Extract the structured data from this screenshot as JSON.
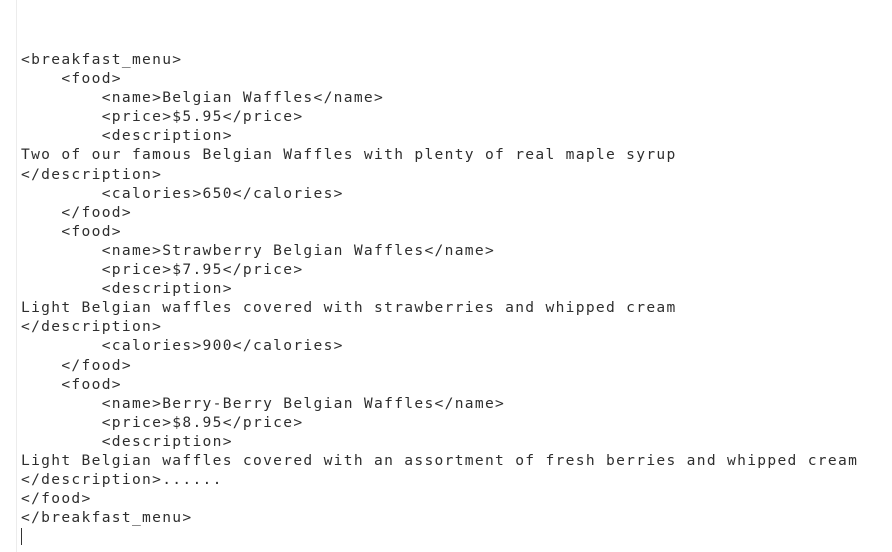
{
  "editor": {
    "lines": [
      "<breakfast_menu>",
      "    <food>",
      "        <name>Belgian Waffles</name>",
      "        <price>$5.95</price>",
      "        <description>",
      "Two of our famous Belgian Waffles with plenty of real maple syrup",
      "</description>",
      "        <calories>650</calories>",
      "    </food>",
      "    <food>",
      "        <name>Strawberry Belgian Waffles</name>",
      "        <price>$7.95</price>",
      "        <description>",
      "Light Belgian waffles covered with strawberries and whipped cream",
      "</description>",
      "        <calories>900</calories>",
      "    </food>",
      "    <food>",
      "        <name>Berry-Berry Belgian Waffles</name>",
      "        <price>$8.95</price>",
      "        <description>",
      "Light Belgian waffles covered with an assortment of fresh berries and whipped cream",
      "</description>......",
      "</food>",
      "</breakfast_menu>"
    ]
  }
}
